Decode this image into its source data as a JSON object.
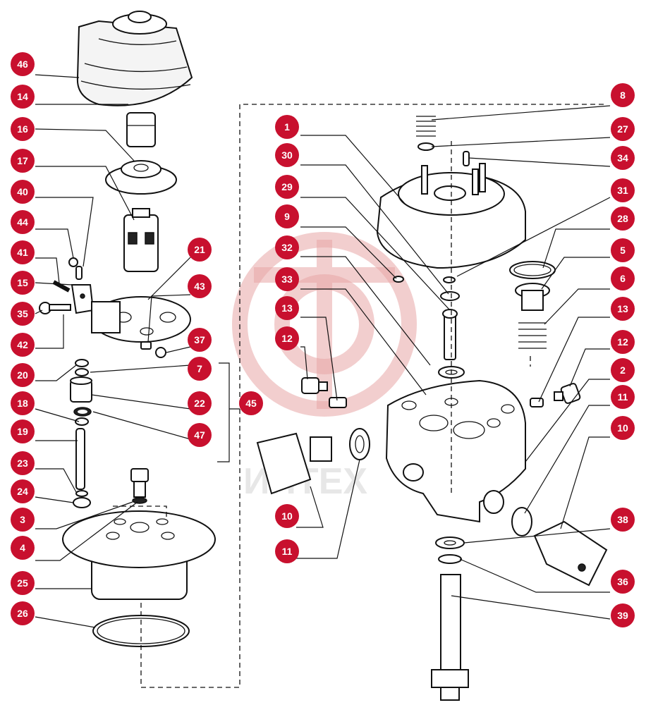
{
  "watermark": "ИНТЕХ",
  "badge_color": "#c8102e",
  "callouts": [
    "46",
    "14",
    "16",
    "17",
    "40",
    "44",
    "41",
    "15",
    "35",
    "42",
    "20",
    "18",
    "19",
    "23",
    "24",
    "3",
    "4",
    "25",
    "26",
    "21",
    "43",
    "37",
    "7",
    "22",
    "47",
    "45",
    "1",
    "30",
    "29",
    "9",
    "32",
    "33",
    "13",
    "12",
    "10",
    "11",
    "8",
    "27",
    "34",
    "31",
    "28",
    "5",
    "6",
    "2",
    "38",
    "36",
    "39"
  ]
}
